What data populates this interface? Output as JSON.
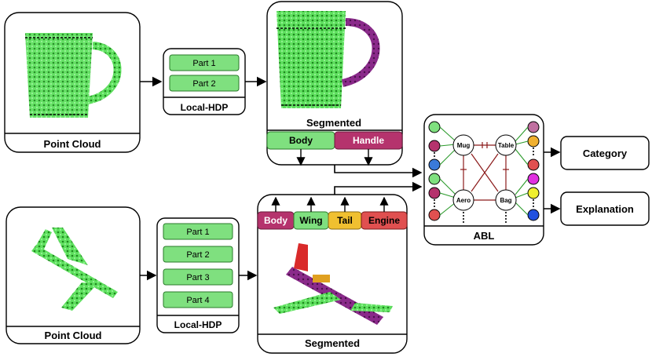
{
  "top_row": {
    "input_label": "Point Cloud",
    "hdp": {
      "label": "Local-HDP",
      "parts": [
        "Part 1",
        "Part 2"
      ]
    },
    "segmented": {
      "label": "Segmented",
      "tags": [
        "Body",
        "Handle"
      ]
    }
  },
  "bottom_row": {
    "input_label": "Point Cloud",
    "hdp": {
      "label": "Local-HDP",
      "parts": [
        "Part 1",
        "Part 2",
        "Part 3",
        "Part 4"
      ]
    },
    "segmented": {
      "label": "Segmented",
      "tags": [
        "Body",
        "Wing",
        "Tail",
        "Engine"
      ]
    }
  },
  "abl": {
    "label": "ABL",
    "nodes": [
      "Mug",
      "Table",
      "Aero",
      "Bag"
    ]
  },
  "outputs": [
    "Category",
    "Explanation"
  ],
  "colors": {
    "part_fill": "#7fe07f",
    "mug_green": "#3fd93f",
    "handle_purple": "#8a2a8a",
    "tag_body_top": "#7fe07f",
    "tag_handle": "#b5336d",
    "tag_body_bottom": "#b5336d",
    "tag_wing": "#7fe07f",
    "tag_tail": "#f0c030",
    "tag_engine": "#e05050",
    "abl_green_edge": "#2a9a2a",
    "abl_red_edge": "#8b1a1a"
  },
  "icons": [
    "mug-point-cloud",
    "airplane-point-cloud",
    "segmented-mug",
    "segmented-airplane"
  ]
}
